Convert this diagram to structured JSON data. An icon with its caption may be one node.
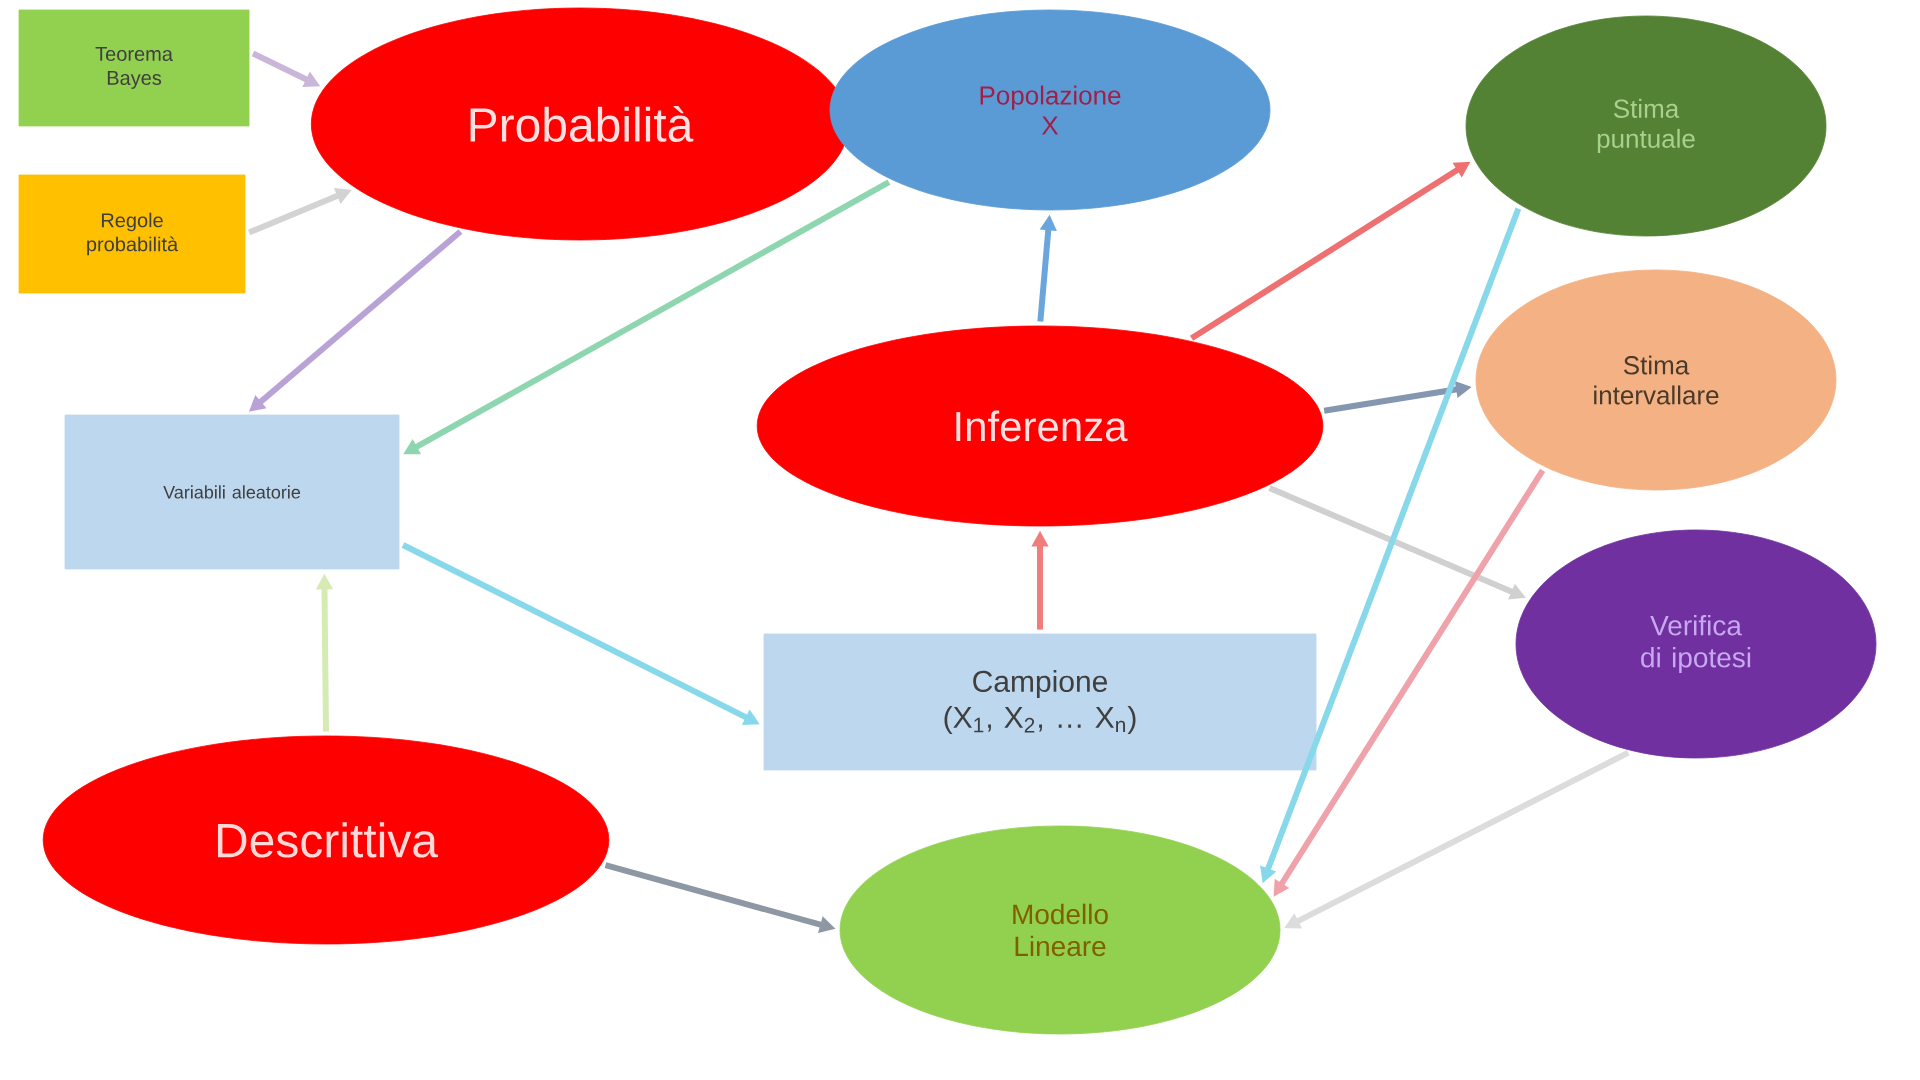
{
  "diagram": {
    "nodes": [
      {
        "text": [
          "Teorema Bayes"
        ]
      },
      {
        "text": [
          "Probabilità"
        ]
      },
      {
        "text": [
          "Popolazione X"
        ]
      },
      {
        "text": [
          "Stima puntuale"
        ]
      },
      {
        "text": [
          "Regole probabilità"
        ]
      },
      {
        "text": [
          "Variabili aleatorie"
        ]
      },
      {
        "text": [
          "Inferenza"
        ]
      },
      {
        "text": [
          "Stima intervallare"
        ]
      },
      {
        "text": [
          "Verifica di ipotesi"
        ]
      },
      {
        "text": [
          "Campione (X$_{1}$, X$_{2}$, … X$_{n}$)"
        ]
      },
      {
        "text": [
          "Descrittiva"
        ]
      },
      {
        "text": [
          "Modello Lineare"
        ]
      }
    ],
    "edges": [
      {
        "from": 0,
        "to": 1,
        "arrow": "to",
        "color": "#c9b6d8"
      },
      {
        "from": 4,
        "to": 1,
        "arrow": "to",
        "color": "#d3d3d3"
      },
      {
        "from": 1,
        "to": 5,
        "arrow": "to",
        "color": "#b8a2d6"
      },
      {
        "from": 2,
        "to": 5,
        "arrow": "to",
        "color": "#8ed6b0"
      },
      {
        "from": 5,
        "to": 9,
        "arrow": "to",
        "color": "#86d8ea"
      },
      {
        "from": 10,
        "to": 5,
        "arrow": "to",
        "color": "#d6eab4"
      },
      {
        "from": 10,
        "to": 11,
        "arrow": "to",
        "color": "#8e97a4"
      },
      {
        "from": 9,
        "to": 6,
        "arrow": "to",
        "color": "#f07c7c"
      },
      {
        "from": 6,
        "to": 2,
        "arrow": "to",
        "color": "#6aa6dc"
      },
      {
        "from": 6,
        "to": 3,
        "arrow": "to",
        "color": "#ee7070"
      },
      {
        "from": 6,
        "to": 7,
        "arrow": "to",
        "color": "#8496b0"
      },
      {
        "from": 6,
        "to": 8,
        "arrow": "to",
        "color": "#d0d0d0"
      },
      {
        "from": 3,
        "to": 11,
        "arrow": "to",
        "color": "#86d8ea"
      },
      {
        "from": 7,
        "to": 11,
        "arrow": "to",
        "color": "#f0a2aa"
      },
      {
        "from": 8,
        "to": 11,
        "arrow": "to",
        "color": "#dcdcdc"
      }
    ]
  }
}
